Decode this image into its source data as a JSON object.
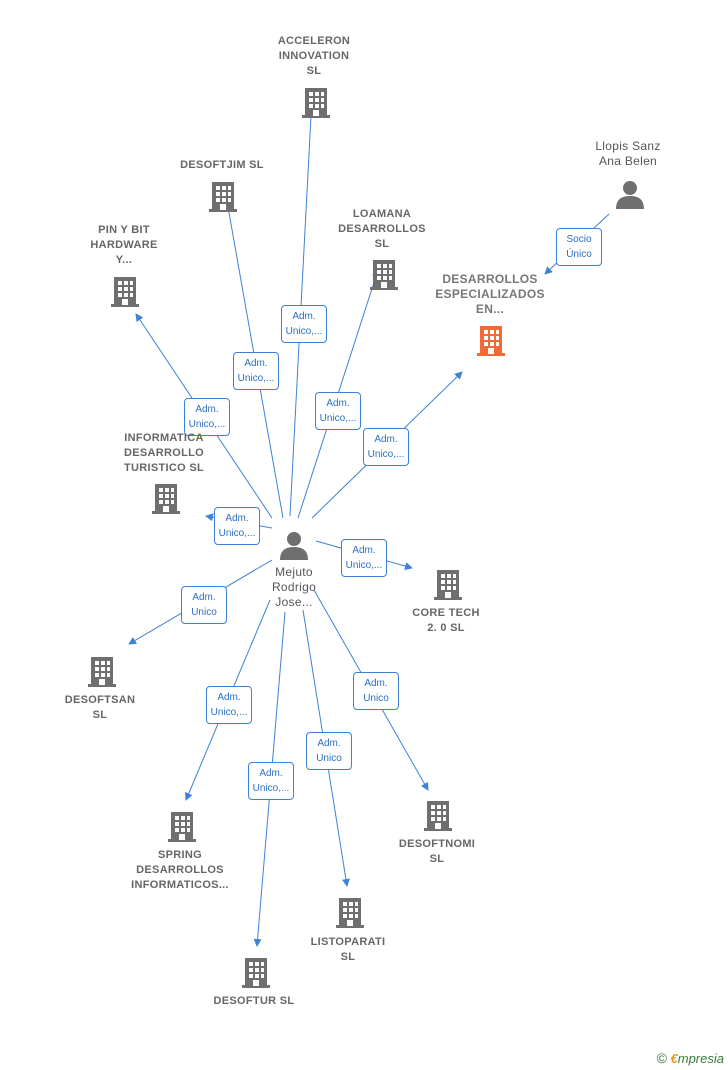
{
  "center": {
    "id": "mejuto",
    "label": [
      "Mejuto",
      "Rodrigo",
      "Jose..."
    ],
    "type": "person"
  },
  "nodes": [
    {
      "id": "acceleron",
      "label": [
        "ACCELERON",
        "INNOVATION",
        "SL"
      ],
      "type": "company"
    },
    {
      "id": "desoftjim",
      "label": [
        "DESOFTJIM  SL"
      ],
      "type": "company"
    },
    {
      "id": "loamana",
      "label": [
        "LOAMANA",
        "DESARROLLOS",
        "SL"
      ],
      "type": "company"
    },
    {
      "id": "pinybit",
      "label": [
        "PIN Y BIT",
        "HARDWARE",
        "Y..."
      ],
      "type": "company"
    },
    {
      "id": "desespecial",
      "label": [
        "DESARROLLOS",
        "ESPECIALIZADOS",
        "EN..."
      ],
      "type": "company-highlight"
    },
    {
      "id": "llopis",
      "label": [
        "Llopis Sanz",
        "Ana Belen"
      ],
      "type": "person"
    },
    {
      "id": "informatica",
      "label": [
        "INFORMATICA",
        "DESARROLLO",
        "TURISTICO  SL"
      ],
      "type": "company"
    },
    {
      "id": "coretech",
      "label": [
        "CORE TECH",
        "2. 0  SL"
      ],
      "type": "company"
    },
    {
      "id": "desoftsan",
      "label": [
        "DESOFTSAN",
        "SL"
      ],
      "type": "company"
    },
    {
      "id": "spring",
      "label": [
        "SPRING",
        "DESARROLLOS",
        "INFORMATICOS..."
      ],
      "type": "company"
    },
    {
      "id": "desoftnomi",
      "label": [
        "DESOFTNOMI",
        "SL"
      ],
      "type": "company"
    },
    {
      "id": "listoparati",
      "label": [
        "LISTOPARATI",
        "SL"
      ],
      "type": "company"
    },
    {
      "id": "desoftur",
      "label": [
        "DESOFTUR SL"
      ],
      "type": "company"
    }
  ],
  "edges": [
    {
      "from": "mejuto",
      "to": "acceleron",
      "label": [
        "Adm.",
        "Unico,..."
      ]
    },
    {
      "from": "mejuto",
      "to": "desoftjim",
      "label": [
        "Adm.",
        "Unico,..."
      ]
    },
    {
      "from": "mejuto",
      "to": "loamana",
      "label": [
        "Adm.",
        "Unico,..."
      ]
    },
    {
      "from": "mejuto",
      "to": "pinybit",
      "label": [
        "Adm.",
        "Unico,..."
      ]
    },
    {
      "from": "mejuto",
      "to": "desespecial",
      "label": [
        "Adm.",
        "Unico,..."
      ]
    },
    {
      "from": "llopis",
      "to": "desespecial",
      "label": [
        "Socio",
        "Único"
      ]
    },
    {
      "from": "mejuto",
      "to": "informatica",
      "label": [
        "Adm.",
        "Unico,..."
      ]
    },
    {
      "from": "mejuto",
      "to": "coretech",
      "label": [
        "Adm.",
        "Unico,..."
      ]
    },
    {
      "from": "mejuto",
      "to": "desoftsan",
      "label": [
        "Adm.",
        "Unico"
      ]
    },
    {
      "from": "mejuto",
      "to": "spring",
      "label": [
        "Adm.",
        "Unico,..."
      ]
    },
    {
      "from": "mejuto",
      "to": "desoftnomi",
      "label": [
        "Adm.",
        "Unico"
      ]
    },
    {
      "from": "mejuto",
      "to": "listoparati",
      "label": [
        "Adm.",
        "Unico"
      ]
    },
    {
      "from": "mejuto",
      "to": "desoftur",
      "label": [
        "Adm.",
        "Unico,..."
      ]
    }
  ],
  "colors": {
    "edge": "#3d82d6",
    "icon": "#6f6f6f",
    "highlight": "#f26a35"
  },
  "brand": {
    "copyright": "©",
    "initial": "€",
    "name": "mpresia"
  }
}
